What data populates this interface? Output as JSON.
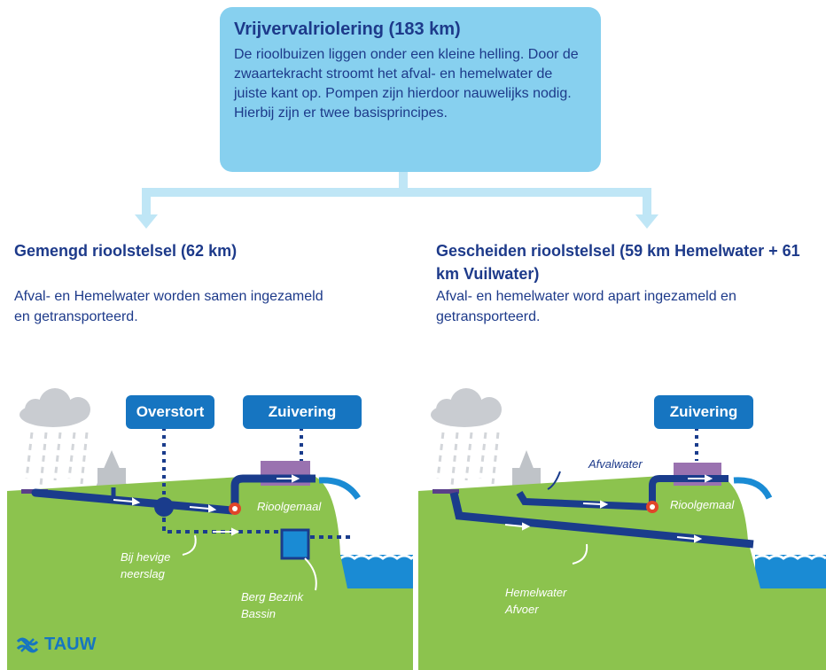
{
  "top": {
    "title": "Vrijvervalriolering (183 km)",
    "body": "De rioolbuizen liggen onder een kleine helling. Door de zwaartekracht stroomt het afval- en hemelwater de juiste kant op. Pompen zijn hierdoor nauwelijks nodig. Hierbij zijn er twee basisprincipes."
  },
  "left": {
    "heading": "Gemengd rioolstelsel (62 km)",
    "description": "Afval- en Hemelwater worden samen ingezameld en getransporteerd.",
    "sign_overstort": "Overstort",
    "sign_zuivering": "Zuivering",
    "label_rioolgemaal": "Rioolgemaal",
    "label_neerslag": "Bij hevige neerslag",
    "label_bassin": "Berg Bezink Bassin"
  },
  "right": {
    "heading": "Gescheiden rioolstelsel (59 km Hemelwater + 61 km Vuilwater)",
    "description": "Afval- en hemelwater word apart ingezameld en getransporteerd.",
    "sign_zuivering": "Zuivering",
    "label_afvalwater": "Afvalwater",
    "label_rioolgemaal": "Rioolgemaal",
    "label_hemelwater": "Hemelwater Afvoer"
  },
  "logo": {
    "text": "TAUW",
    "icon": "tauw-wave-icon"
  },
  "colors": {
    "box": "#87d0ef",
    "text": "#1d3a8a",
    "sign": "#1675c1",
    "ground": "#8cc34e",
    "water": "#1a8bd4",
    "pipe": "#1a3c8c",
    "treatment": "#9a72b0",
    "pump": "#e0452a",
    "cloud": "#c9ccd1"
  }
}
